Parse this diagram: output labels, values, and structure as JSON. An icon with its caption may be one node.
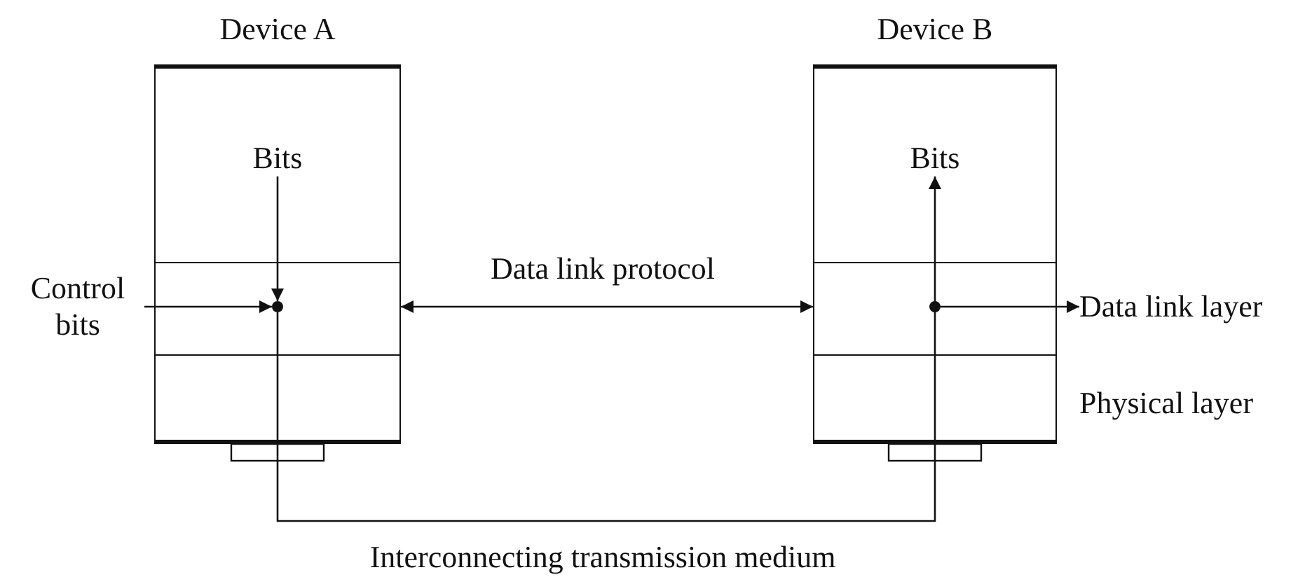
{
  "diagram": {
    "nodes": [
      {
        "text": [
          "Device A"
        ]
      },
      {
        "text": [
          "Device B"
        ]
      },
      {
        "text": [
          "Bits"
        ],
        "in": 0
      },
      {
        "text": [],
        "shape": "circle",
        "in": 0
      },
      {
        "text": [
          "Control bits"
        ]
      },
      {
        "text": [
          "Bits"
        ],
        "in": 1
      },
      {
        "text": [],
        "shape": "circle",
        "in": 1
      },
      {
        "text": [
          "Data link layer"
        ]
      }
    ],
    "edges": [
      {
        "from": 0,
        "to": 1,
        "arrow": "both",
        "label": "Data link protocol"
      },
      {
        "from": 2,
        "to": 3,
        "arrow": "to"
      },
      {
        "from": 4,
        "to": 3,
        "arrow": "to"
      },
      {
        "from": 3,
        "to": 5,
        "arrow": "to"
      },
      {
        "from": 6,
        "to": 7,
        "arrow": "to"
      }
    ],
    "labels": [
      "Physical layer",
      "Interconnecting transmission medium"
    ]
  }
}
